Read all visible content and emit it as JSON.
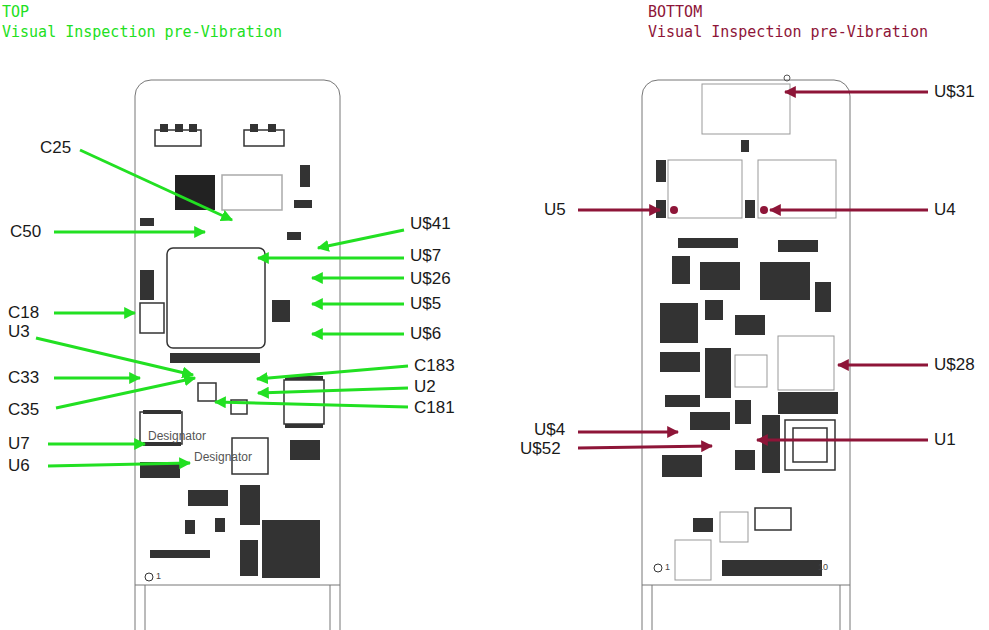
{
  "diagram": {
    "labels": [
      "TOP",
      "Visual Inspection pre-Vibration",
      "C25",
      "C50",
      "U$41",
      "U$7",
      "U$26",
      "U$5",
      "U$6",
      "C18",
      "U3",
      "C33",
      "C35",
      "C183",
      "U2",
      "C181",
      "U7",
      "U6",
      "Designator",
      "Designator",
      "1",
      "BOTTOM",
      "Visual Inspection pre-Vibration",
      "U$31",
      "U5",
      "U4",
      "U$28",
      "U$4",
      "U$52",
      "U1",
      "1",
      "10"
    ]
  }
}
